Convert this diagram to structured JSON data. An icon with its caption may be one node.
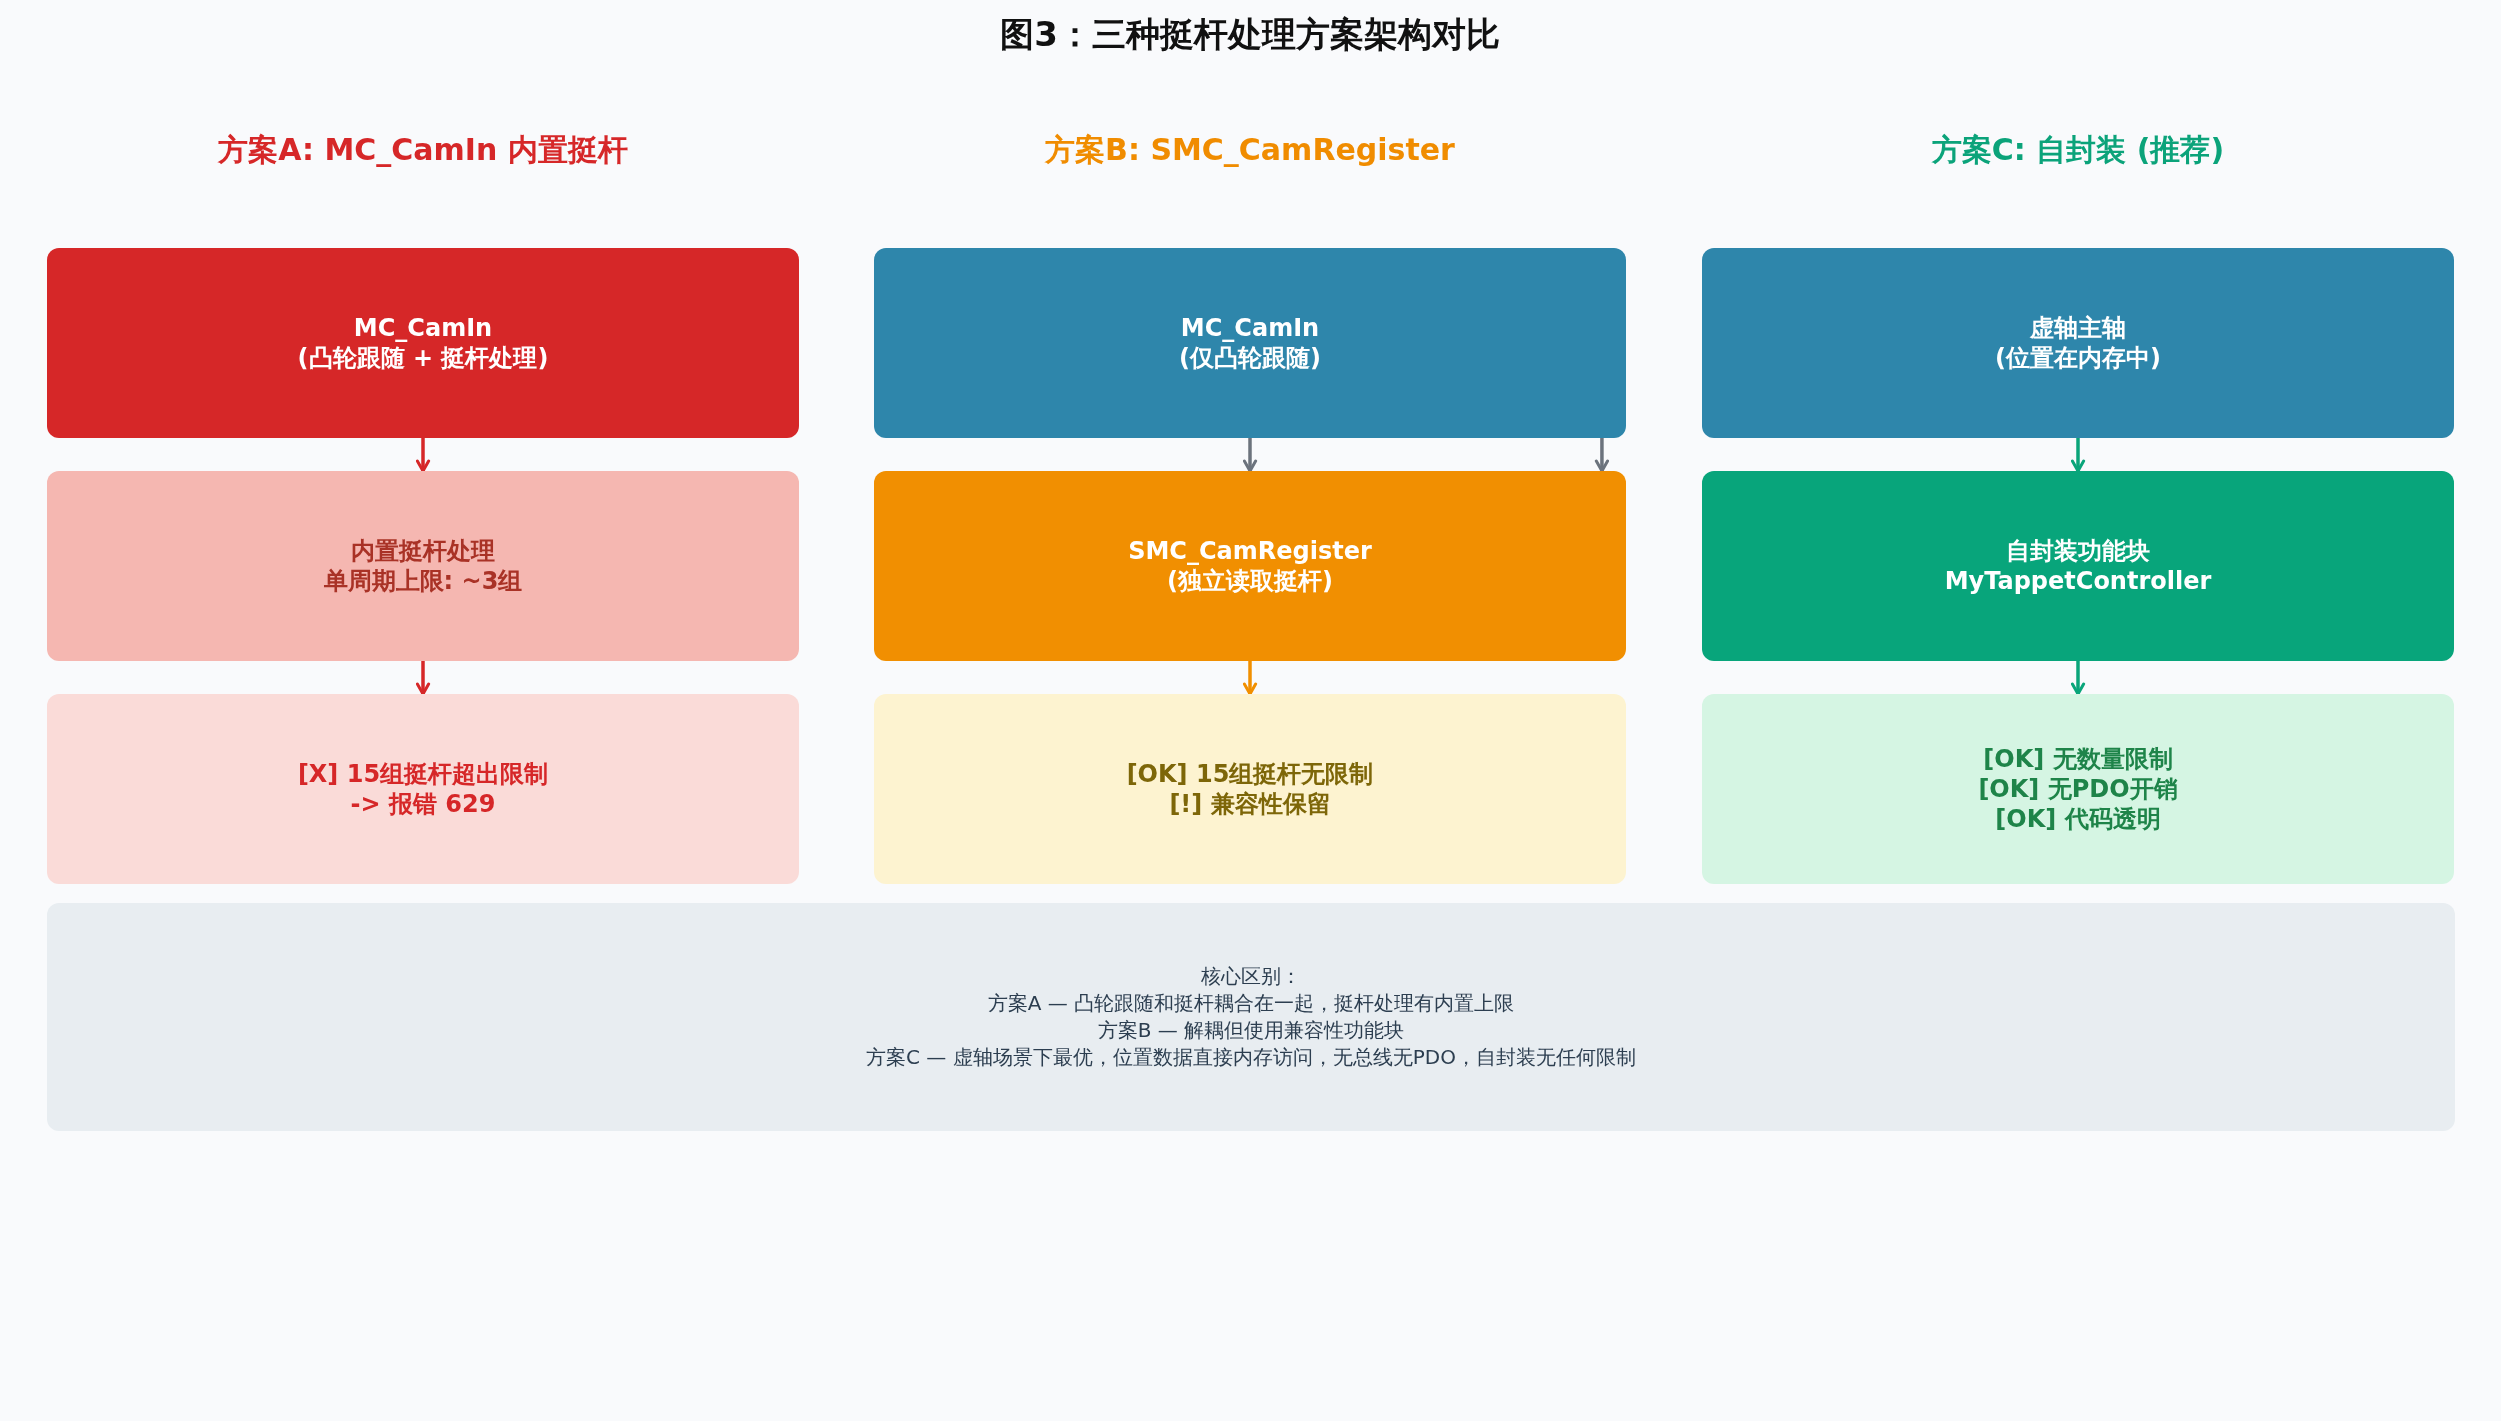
{
  "diagram": {
    "title": "图3：三种挺杆处理方案架构对比",
    "nodes": [
      {
        "text": [
          "MC_CamIn",
          "(凸轮跟随 + 挺杆处理)"
        ]
      },
      {
        "text": [
          "内置挺杆处理",
          "单周期上限: ~3组"
        ]
      },
      {
        "text": [
          "[X] 15组挺杆超出限制",
          "-> 报错 629"
        ]
      },
      {
        "text": [
          "MC_CamIn",
          "(仅凸轮跟随)"
        ]
      },
      {
        "text": [
          "SMC_CamRegister",
          "(独立读取挺杆)"
        ]
      },
      {
        "text": [
          "[OK] 15组挺杆无限制",
          "[!] 兼容性保留"
        ]
      },
      {
        "text": [
          "虚轴主轴",
          "(位置在内存中)"
        ]
      },
      {
        "text": [
          "自封装功能块",
          "MyTappetController"
        ]
      },
      {
        "text": [
          "[OK] 无数量限制",
          "[OK] 无PDO开销",
          "[OK] 代码透明"
        ]
      },
      {
        "text": [
          "核心区别：",
          "方案A — 凸轮跟随和挺杆耦合在一起，挺杆处理有内置上限",
          "方案B — 解耦但使用兼容性功能块",
          "方案C — 虚轴场景下最优，位置数据直接内存访问，无总线无PDO，自封装无任何限制"
        ]
      }
    ],
    "edges": [
      {
        "from": 0,
        "to": 1,
        "arrow": "to",
        "color": "#d62728"
      },
      {
        "from": 1,
        "to": 2,
        "arrow": "to",
        "color": "#d62728"
      },
      {
        "from": 3,
        "to": 4,
        "arrow": "to",
        "color": "#6c737d"
      },
      {
        "from": 3,
        "to": 4,
        "arrow": "to",
        "color": "#6c737d"
      },
      {
        "from": 4,
        "to": 5,
        "arrow": "to",
        "color": "#f18f01"
      },
      {
        "from": 6,
        "to": 7,
        "arrow": "to",
        "color": "#0aa57a"
      },
      {
        "from": 7,
        "to": 8,
        "arrow": "to",
        "color": "#0aa57a"
      }
    ],
    "labels": [
      "方案A: MC_CamIn 内置挺杆",
      "方案B: SMC_CamRegister",
      "方案C: 自封装 (推荐)"
    ]
  }
}
